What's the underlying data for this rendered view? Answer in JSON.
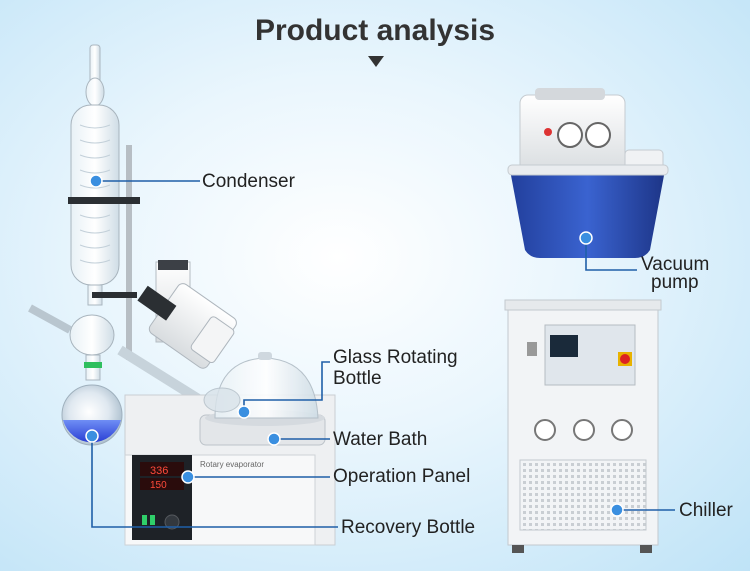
{
  "title": "Product analysis",
  "labels": {
    "condenser": "Condenser",
    "vacuum_pump_1": "Vacuum",
    "vacuum_pump_2": "pump",
    "glass_rotating_bottle_1": "Glass Rotating",
    "glass_rotating_bottle_2": "Bottle",
    "water_bath": "Water Bath",
    "operation_panel": "Operation Panel",
    "recovery_bottle": "Recovery Bottle",
    "chiller": "Chiller"
  },
  "device_text": {
    "panel_brand": "Rotary evaporator",
    "display_top": "336",
    "display_bottom": "150"
  },
  "colors": {
    "line": "#1f5fa8",
    "dot": "#3a8fe0",
    "pump_blue": "#2b4fb5"
  }
}
